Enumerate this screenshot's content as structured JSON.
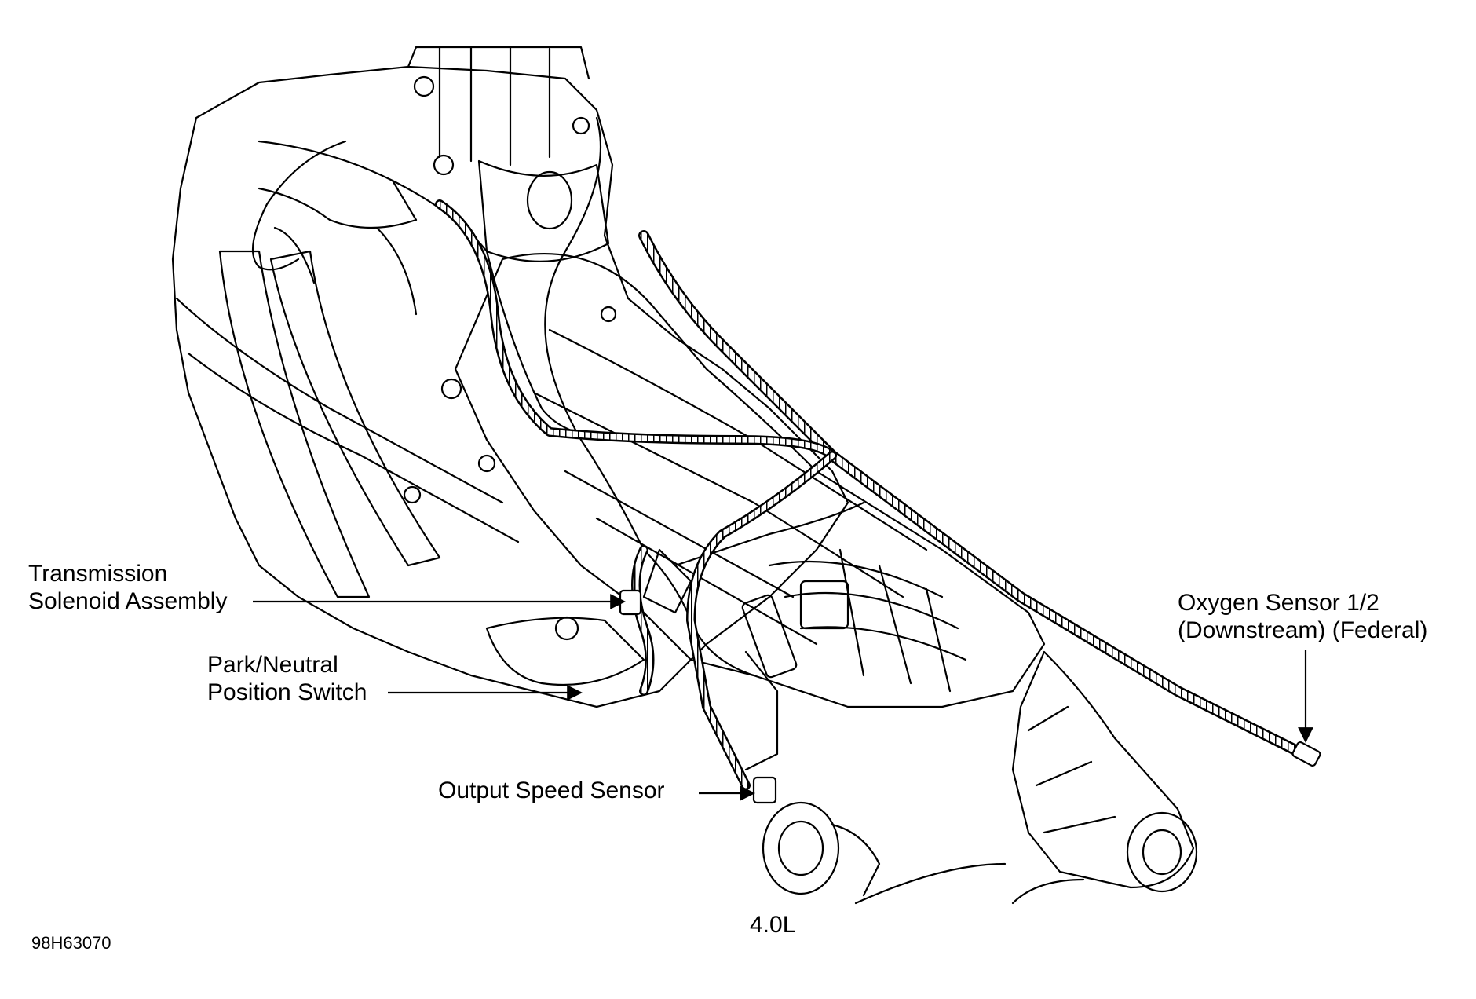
{
  "callouts": {
    "transmission_solenoid": {
      "line1": "Transmission",
      "line2": "Solenoid Assembly"
    },
    "park_neutral_switch": {
      "line1": "Park/Neutral",
      "line2": "Position Switch"
    },
    "output_speed_sensor": {
      "line1": "Output Speed Sensor"
    },
    "oxygen_sensor": {
      "line1": "Oxygen Sensor 1/2",
      "line2": "(Downstream) (Federal)"
    }
  },
  "engine_label": "4.0L",
  "figure_code": "98H63070",
  "colors": {
    "ink": "#000000",
    "paper": "#ffffff"
  }
}
